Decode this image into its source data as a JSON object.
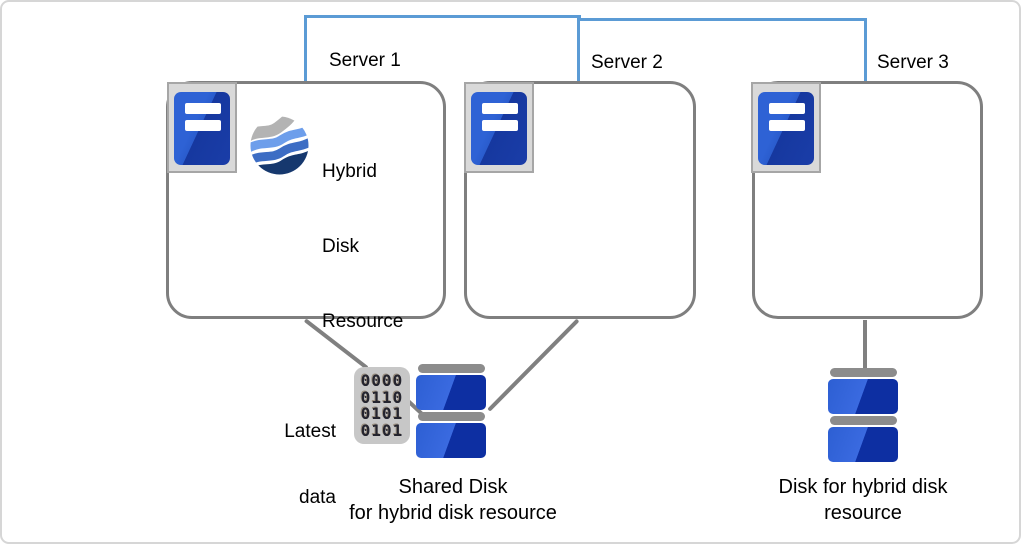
{
  "diagram": {
    "title_context": "hybrid disk resource cluster diagram",
    "servers": [
      {
        "label": "Server 1"
      },
      {
        "label": "Server 2"
      },
      {
        "label": "Server 3"
      }
    ],
    "hybrid_disk_resource": {
      "line1": "Hybrid",
      "line2": "Disk",
      "line3": "Resource"
    },
    "latest_data": {
      "line1": "Latest",
      "line2": "data"
    },
    "binary_icon": {
      "row1": "0000",
      "row2": "0110",
      "row3": "0101",
      "row4": "0101"
    },
    "shared_disk_caption": {
      "line1": "Shared Disk",
      "line2": "for hybrid disk resource"
    },
    "hybrid_disk_caption": {
      "line1": "Disk for hybrid disk",
      "line2": "resource"
    },
    "colors": {
      "interconnect_blue": "#5b9bd5",
      "connector_gray": "#808080",
      "box_border_gray": "#7f7f7f",
      "icon_frame_fill": "#d9d9d9",
      "icon_frame_border": "#a6a6a6",
      "server_icon_blue_light": "#2e62d5",
      "server_icon_blue_dark": "#16389f",
      "disk_blue_light": "#3a6ae0",
      "disk_blue_dark": "#0d2fa2",
      "platter_gray": "#8c8c8c",
      "binary_bg_gray": "#c7c7c7",
      "swirl_gray": "#b3b3b3",
      "swirl_light_blue": "#6d9eeb",
      "swirl_mid_blue": "#3d6dc4",
      "swirl_dark_blue": "#16386e"
    }
  }
}
